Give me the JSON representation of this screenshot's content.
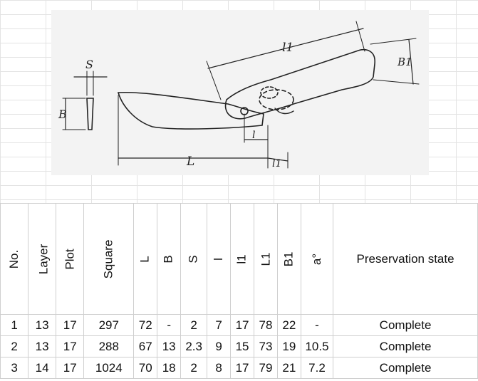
{
  "drawing": {
    "labels": {
      "s": "S",
      "b": "B",
      "l1_top": "l1",
      "b1": "B1",
      "l_small": "l",
      "l_big": "L",
      "l1_bottom": "l1"
    }
  },
  "table": {
    "headers": [
      "No.",
      "Layer",
      "Plot",
      "Square",
      "L",
      "B",
      "S",
      "l",
      "l1",
      "L1",
      "B1",
      "a°",
      "Preservation state"
    ],
    "rows": [
      [
        "1",
        "13",
        "17",
        "297",
        "72",
        "-",
        "2",
        "7",
        "17",
        "78",
        "22",
        "-",
        "Complete"
      ],
      [
        "2",
        "13",
        "17",
        "288",
        "67",
        "13",
        "2.3",
        "9",
        "15",
        "73",
        "19",
        "10.5",
        "Complete"
      ],
      [
        "3",
        "14",
        "17",
        "1024",
        "70",
        "18",
        "2",
        "8",
        "17",
        "79",
        "21",
        "7.2",
        "Complete"
      ]
    ]
  }
}
